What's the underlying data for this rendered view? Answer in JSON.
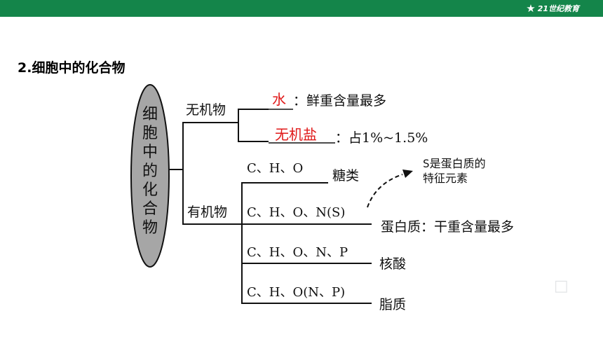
{
  "header": {
    "brand_text": "21世纪教育",
    "bar_color": "#14854a",
    "logo_icon": "runner-icon"
  },
  "title": "2.细胞中的化合物",
  "root": {
    "chars": [
      "细",
      "胞",
      "中",
      "的",
      "化",
      "合",
      "物"
    ]
  },
  "inorganic": {
    "label": "无机物",
    "items": [
      {
        "blank": "水",
        "text": "：鲜重含量最多"
      },
      {
        "blank": "无机盐",
        "text": "：占1%~1.5%"
      }
    ]
  },
  "organic": {
    "label": "有机物",
    "items": [
      {
        "formula": "C、H、O",
        "name": "糖类"
      },
      {
        "formula": "C、H、O、N(S)",
        "name": "蛋白质：干重含量最多"
      },
      {
        "formula": "C、H、O、N、P",
        "name": "核酸"
      },
      {
        "formula": "C、H、O(N、P)",
        "name": "脂质"
      }
    ]
  },
  "note": {
    "line1": "S是蛋白质的",
    "line2": "特征元素"
  },
  "colors": {
    "answer": "#e01919",
    "ellipse_fill": "#a6a6a6"
  }
}
